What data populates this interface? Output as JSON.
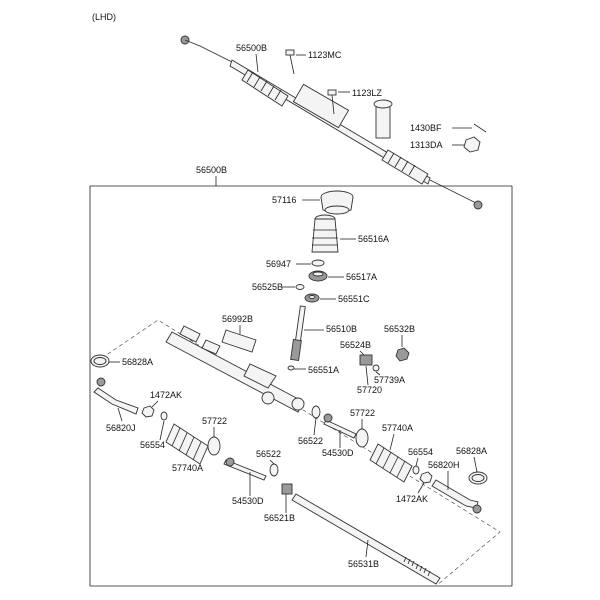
{
  "header": {
    "orientation": "(LHD)"
  },
  "parts": {
    "p56500B_top": "56500B",
    "p1123MC": "1123MC",
    "p1123LZ": "1123LZ",
    "p1430BF": "1430BF",
    "p1313DA": "1313DA",
    "p56500B_box": "56500B",
    "p57116": "57116",
    "p56516A": "56516A",
    "p56947": "56947",
    "p56517A": "56517A",
    "p56525B": "56525B",
    "p56551C": "56551C",
    "p56992B": "56992B",
    "p56510B": "56510B",
    "p56532B": "56532B",
    "p56524B": "56524B",
    "p56828A_left": "56828A",
    "p56551A": "56551A",
    "p57739A": "57739A",
    "p57720": "57720",
    "p1472AK_left": "1472AK",
    "p56820J": "56820J",
    "p57722_left": "57722",
    "p57722_right": "57722",
    "p56554_left": "56554",
    "p56522_right": "56522",
    "p57740A_right": "57740A",
    "p54530D_right": "54530D",
    "p56554_right": "56554",
    "p56828A_right": "56828A",
    "p57740A_left": "57740A",
    "p56522_left": "56522",
    "p56820H": "56820H",
    "p54530D_left": "54530D",
    "p1472AK_right": "1472AK",
    "p56521B": "56521B",
    "p56531B": "56531B"
  }
}
